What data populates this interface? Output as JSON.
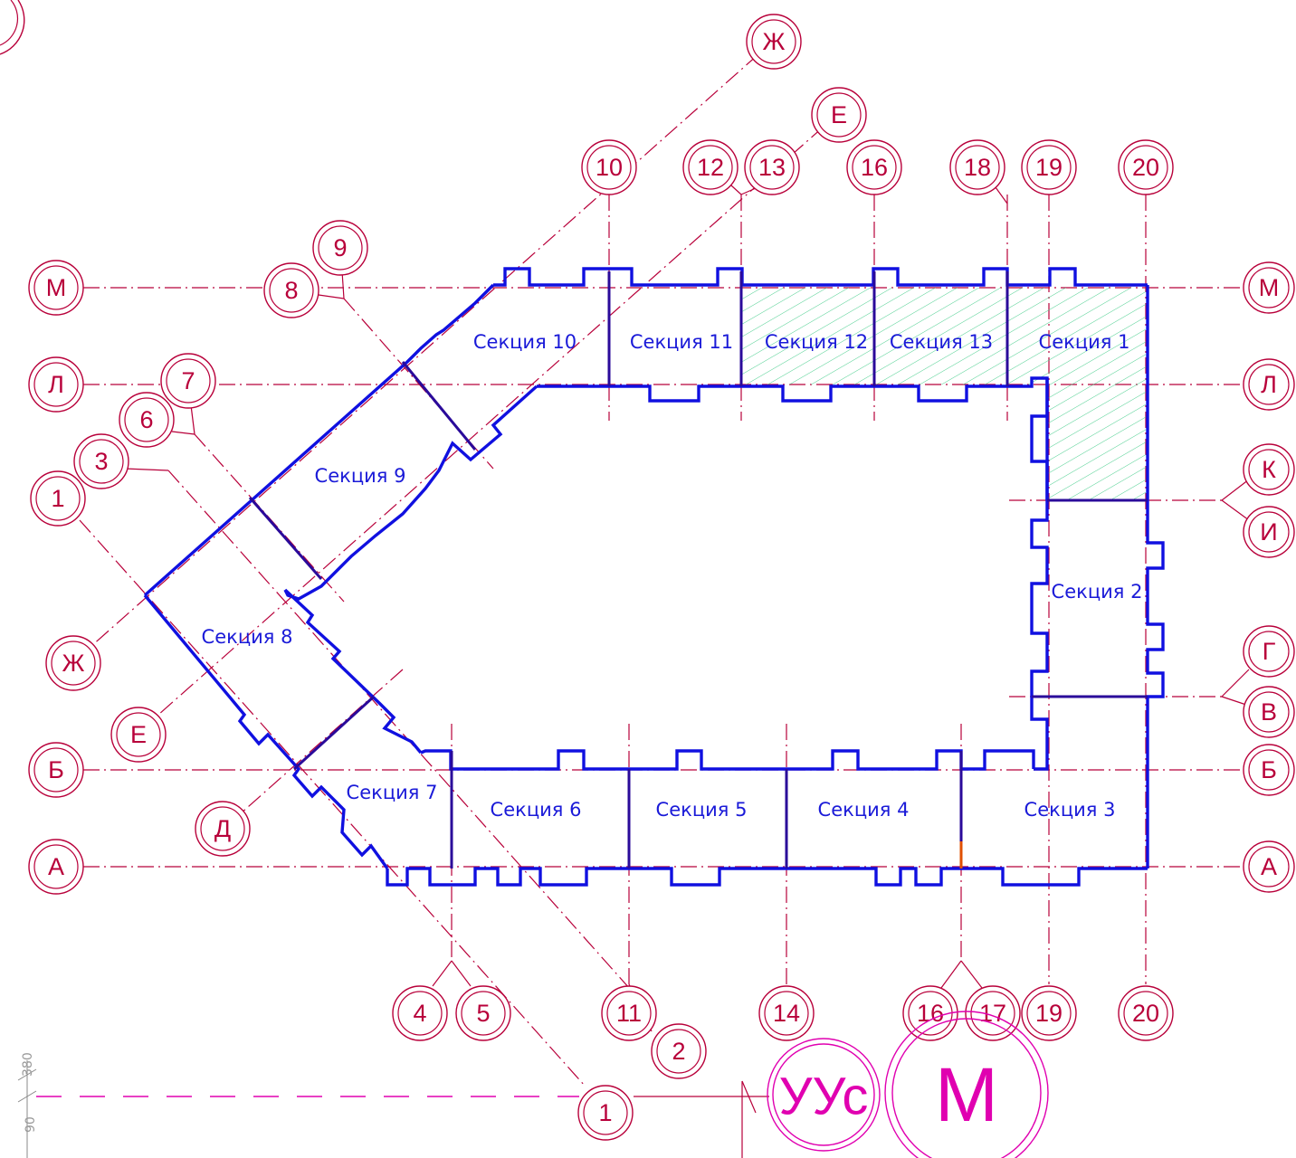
{
  "sections": [
    {
      "id": "s1",
      "label": "Секция 1"
    },
    {
      "id": "s2",
      "label": "Секция 2"
    },
    {
      "id": "s3",
      "label": "Секция 3"
    },
    {
      "id": "s4",
      "label": "Секция 4"
    },
    {
      "id": "s5",
      "label": "Секция 5"
    },
    {
      "id": "s6",
      "label": "Секция 6"
    },
    {
      "id": "s7",
      "label": "Секция 7"
    },
    {
      "id": "s8",
      "label": "Секция 8"
    },
    {
      "id": "s9",
      "label": "Секция 9"
    },
    {
      "id": "s10",
      "label": "Секция 10"
    },
    {
      "id": "s11",
      "label": "Секция 11"
    },
    {
      "id": "s12",
      "label": "Секция 12"
    },
    {
      "id": "s13",
      "label": "Секция 13"
    }
  ],
  "axes": {
    "top": [
      "10",
      "12",
      "13",
      "16",
      "18",
      "19",
      "20"
    ],
    "bottom": [
      "4",
      "5",
      "11",
      "2",
      "14",
      "16",
      "17",
      "19",
      "20",
      "1"
    ],
    "left": [
      "М",
      "Л",
      "Б",
      "А"
    ],
    "right": [
      "М",
      "Л",
      "К",
      "И",
      "Г",
      "В",
      "Б",
      "А"
    ],
    "diagonal": [
      "Ж",
      "Е",
      "9",
      "8",
      "7",
      "6",
      "3",
      "1",
      "Ж",
      "Е",
      "Д"
    ]
  },
  "stamp": {
    "code": "УУс",
    "letter": "М"
  },
  "dimensions": [
    "380",
    "90"
  ],
  "colors": {
    "axis": "#b8003a",
    "wall": "#1010e0",
    "hatch": "#4ccf8f",
    "marker": "#e000b0"
  }
}
